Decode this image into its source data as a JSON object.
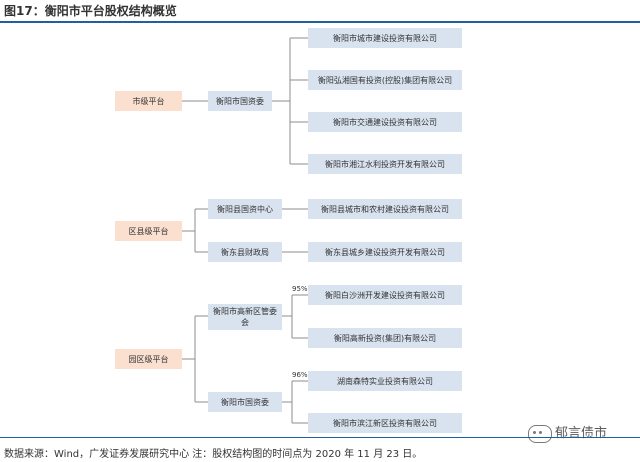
{
  "figure": {
    "title": "图17：衡阳市平台股权结构概览",
    "source": "数据来源：Wind，广发证券发展研究中心  注：股权结构图的时间点为 2020 年 11 月 23 日。",
    "watermark": "郁言债市"
  },
  "nodes": {
    "city_platform": "市级平台",
    "hy_sasac": "衡阳市国资委",
    "c1": "衡阳市城市建设投资有限公司",
    "c2": "衡阳弘湘国有投资(控股)集团有限公司",
    "c3": "衡阳市交通建设投资有限公司",
    "c4": "衡阳市湘江水利投资开发有限公司",
    "county_platform": "区县级平台",
    "hyx_center": "衡阳县国资中心",
    "c5": "衡阳县城市和农村建设投资有限公司",
    "hdx_finance": "衡东县财政局",
    "c6": "衡东县城乡建设投资开发有限公司",
    "park_platform": "园区级平台",
    "hightech_committee": "衡阳市高新区管委会",
    "c7": "衡阳白沙洲开发建设投资有限公司",
    "c8": "衡阳高新投资(集团)有限公司",
    "hy_committee": "衡阳市国资委",
    "c9": "湖南森特实业投资有限公司",
    "c10": "衡阳市滨江新区投资有限公司"
  },
  "percentages": {
    "p95": "95%",
    "p96": "96%"
  },
  "colors": {
    "platform_fill": "#fbe0d0",
    "entity_fill": "#d9e3f0",
    "rule": "#1f5f9c",
    "connector": "#8c8c8c"
  }
}
